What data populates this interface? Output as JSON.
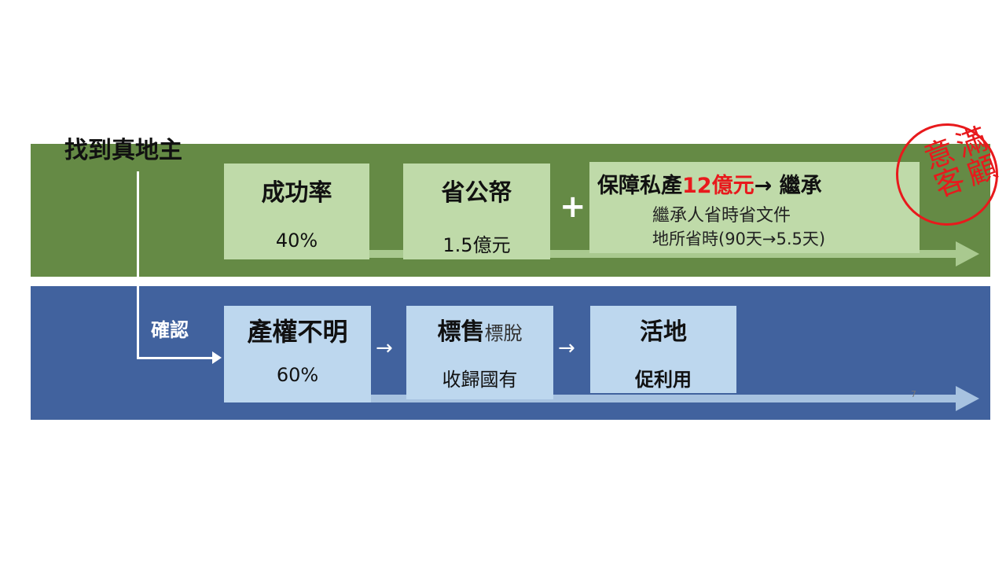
{
  "title": "找到真地主",
  "confirm_label": "確認",
  "plus": "+",
  "green_row": [
    {
      "title": "成功率",
      "value": "40%"
    },
    {
      "title": "省公帑",
      "value": "1.5億元"
    }
  ],
  "guarantee": {
    "prefix": "保障私產",
    "amount": "12億元",
    "suffix": "→ 繼承",
    "line1": "繼承人省時省文件",
    "line2": "地所省時(90天→5.5天)"
  },
  "blue_row": [
    {
      "title": "產權不明",
      "value": "60%"
    },
    {
      "title": "標售",
      "title_small": "標脫",
      "value": "收歸國有"
    },
    {
      "title": "活地",
      "value": "促利用"
    }
  ],
  "stamp": {
    "text": "滿顧意客"
  },
  "arrow_glyph": "→",
  "page_number": "7",
  "colors": {
    "green": "#658a45",
    "blue": "#41629e",
    "red": "#e8191c"
  }
}
